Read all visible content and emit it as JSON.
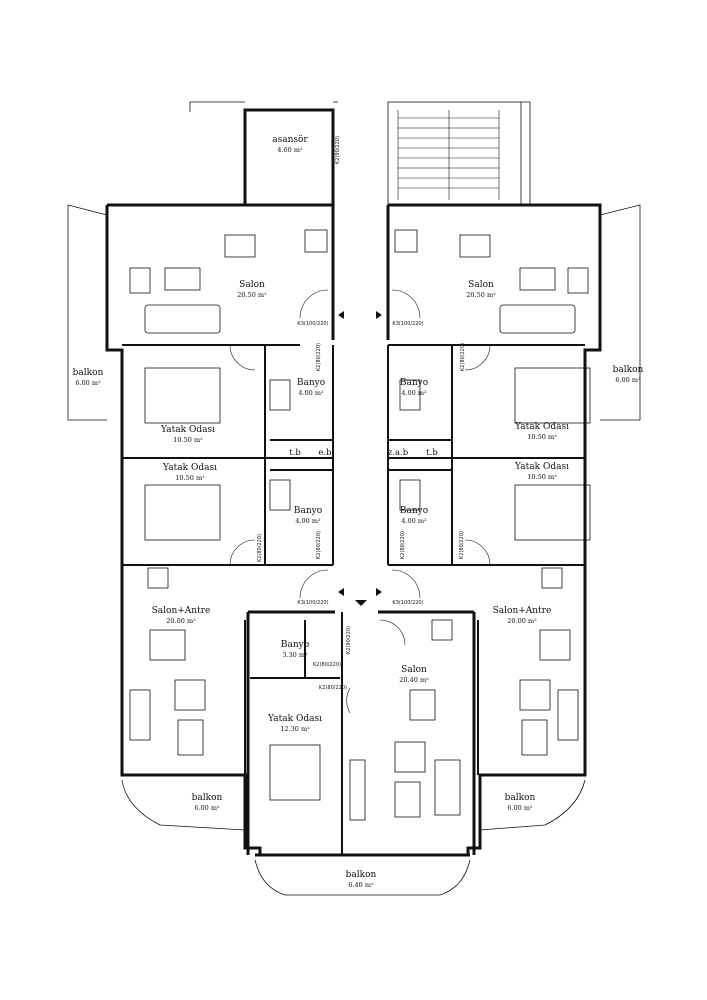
{
  "rooms": {
    "asansor": {
      "name": "asansör",
      "area": "4.60 m²"
    },
    "salon_tl": {
      "name": "Salon",
      "area": "20.50 m²"
    },
    "salon_tr": {
      "name": "Salon",
      "area": "20.50 m²"
    },
    "balkon_l": {
      "name": "balkon",
      "area": "6.00 m²"
    },
    "balkon_r": {
      "name": "balkon",
      "area": "6.00 m²"
    },
    "yatak_l1": {
      "name": "Yatak Odası",
      "area": "10.50 m²"
    },
    "yatak_l2": {
      "name": "Yatak Odası",
      "area": "10.50 m²"
    },
    "yatak_r1": {
      "name": "Yatak Odası",
      "area": "10.50 m²"
    },
    "yatak_r2": {
      "name": "Yatak Odası",
      "area": "10.50 m²"
    },
    "banyo_l1": {
      "name": "Banyo",
      "area": "4.00 m²"
    },
    "banyo_l2": {
      "name": "Banyo",
      "area": "4.00 m²"
    },
    "banyo_r1": {
      "name": "Banyo",
      "area": "4.00 m²"
    },
    "banyo_r2": {
      "name": "Banyo",
      "area": "4.00 m²"
    },
    "tb_l": {
      "name": "t.b"
    },
    "eb": {
      "name": "e.b"
    },
    "zab": {
      "name": "z.a.b"
    },
    "tb_r": {
      "name": "t.b"
    },
    "salon_antre_l": {
      "name": "Salon+Antre",
      "area": "20.00 m²"
    },
    "salon_antre_r": {
      "name": "Salon+Antre",
      "area": "20.00 m²"
    },
    "banyo_c": {
      "name": "Banyo",
      "area": "3.30 m²"
    },
    "salon_c": {
      "name": "Salon",
      "area": "20.40 m²"
    },
    "yatak_c": {
      "name": "Yatak Odası",
      "area": "12.30 m²"
    },
    "balkon_bl": {
      "name": "balkon",
      "area": "6.00 m²"
    },
    "balkon_br": {
      "name": "balkon",
      "area": "6.00 m²"
    },
    "balkon_bc": {
      "name": "balkon",
      "area": "6.40 m²"
    }
  },
  "doors": {
    "d1": "K3(100/220)",
    "d2": "K3(100/220)",
    "d3": "K3(100/220)",
    "d4": "K3(100/220)",
    "d5": "K2(90/220)",
    "d6": "K2(90/220)",
    "d7": "K2(80/220)",
    "d8": "K2(80/220)",
    "d9": "K2(80/220)",
    "d10": "K2(80/220)",
    "d11": "K2(80/220)",
    "d12": "K2(80/220)",
    "d13": "K2(80/220)",
    "d14": "K2(80/220)"
  }
}
